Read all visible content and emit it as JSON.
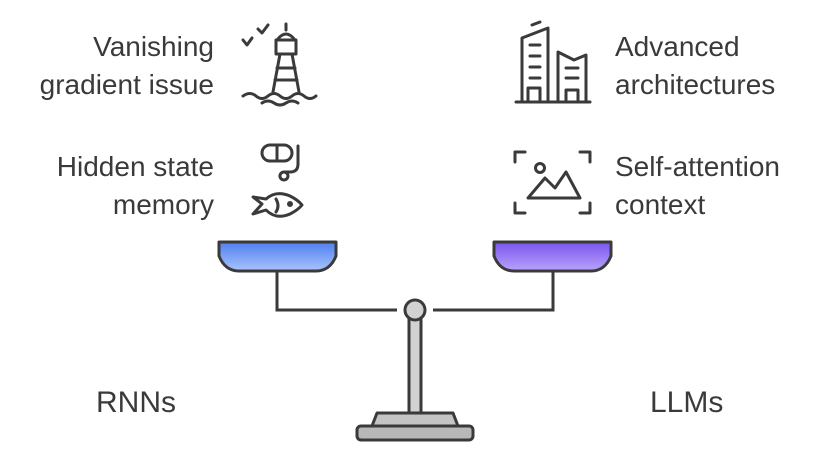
{
  "left": {
    "side_label": "RNNs",
    "items": [
      {
        "lines": [
          "Vanishing",
          "gradient issue"
        ],
        "icon": "lighthouse-icon"
      },
      {
        "lines": [
          "Hidden state",
          "memory"
        ],
        "icon": "snorkel-fish-icon"
      }
    ],
    "pan_color": "#6f9af5"
  },
  "right": {
    "side_label": "LLMs",
    "items": [
      {
        "lines": [
          "Advanced",
          "architectures"
        ],
        "icon": "buildings-icon"
      },
      {
        "lines": [
          "Self-attention",
          "context"
        ],
        "icon": "image-focus-icon"
      }
    ],
    "pan_color": "#8b6cf2"
  },
  "colors": {
    "stroke": "#3a3a3a",
    "pillar": "#c8c8c8",
    "base": "#bdbdbd"
  }
}
